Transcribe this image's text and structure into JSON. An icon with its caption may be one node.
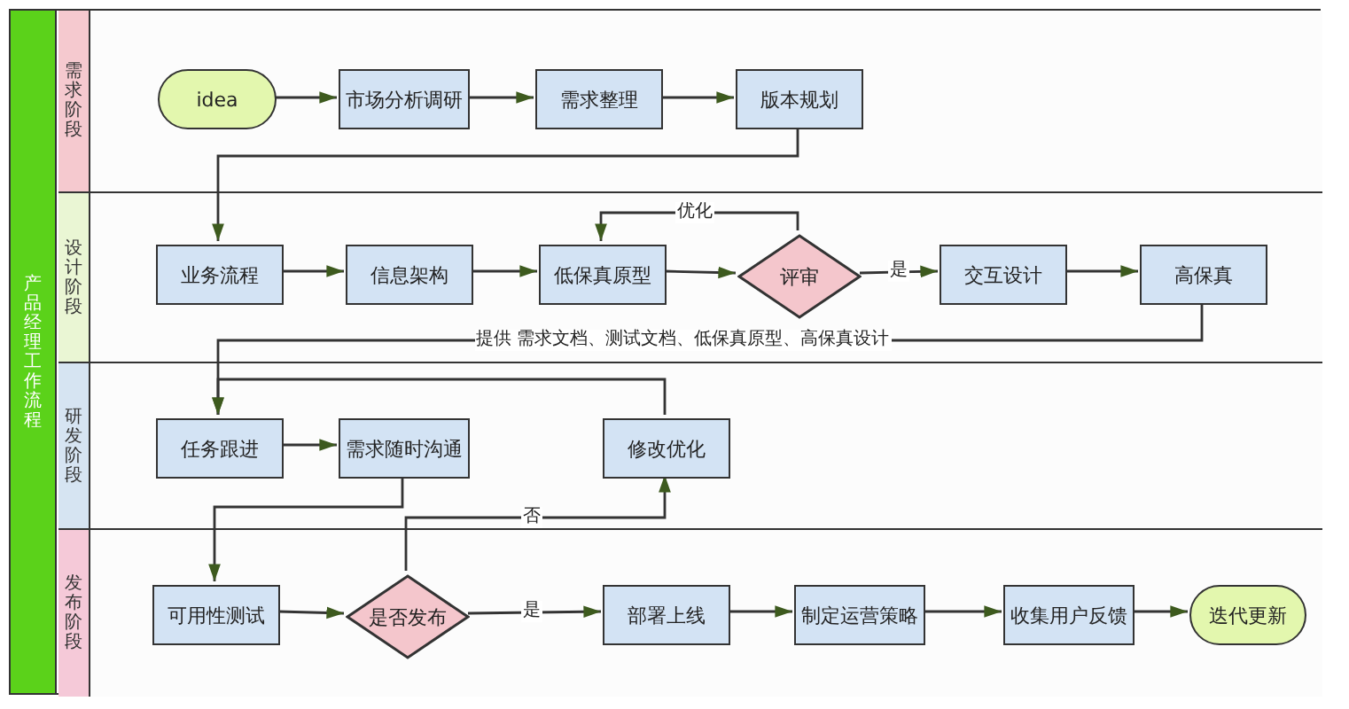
{
  "diagram": {
    "nodes": [
      {
        "text": [
          "产品经理工作流程"
        ]
      },
      {
        "text": [
          "需求阶段"
        ],
        "in": 0
      },
      {
        "text": [
          "设计阶段"
        ],
        "in": 0
      },
      {
        "text": [
          "研发阶段"
        ],
        "in": 0
      },
      {
        "text": [
          "发布阶段"
        ],
        "in": 0
      },
      {
        "text": [
          "idea"
        ],
        "in": 1
      },
      {
        "text": [
          "市场分析调研"
        ],
        "in": 1
      },
      {
        "text": [
          "需求整理"
        ],
        "in": 1
      },
      {
        "text": [
          "版本规划"
        ],
        "in": 1
      },
      {
        "text": [
          "业务流程"
        ],
        "in": 2
      },
      {
        "text": [
          "信息架构"
        ],
        "in": 2
      },
      {
        "text": [
          "低保真原型"
        ],
        "in": 2
      },
      {
        "text": [
          "评审"
        ],
        "in": 2
      },
      {
        "text": [
          "交互设计"
        ],
        "in": 2
      },
      {
        "text": [
          "高保真"
        ],
        "in": 2
      },
      {
        "text": [
          "任务跟进"
        ],
        "in": 3
      },
      {
        "text": [
          "需求随时沟通"
        ],
        "in": 3
      },
      {
        "text": [
          "修改优化"
        ],
        "in": 3
      },
      {
        "text": [
          "可用性测试"
        ],
        "in": 4
      },
      {
        "text": [
          "是否发布"
        ],
        "in": 4
      },
      {
        "text": [
          "部署上线"
        ],
        "in": 4
      },
      {
        "text": [
          "制定运营策略"
        ],
        "in": 4
      },
      {
        "text": [
          "收集用户反馈"
        ],
        "in": 4
      },
      {
        "text": [
          "迭代更新"
        ],
        "in": 4
      }
    ],
    "edges": [
      {
        "from": 5,
        "to": 6,
        "arrow": "to"
      },
      {
        "from": 6,
        "to": 7,
        "arrow": "to"
      },
      {
        "from": 7,
        "to": 8,
        "arrow": "to"
      },
      {
        "from": 8,
        "to": 9,
        "arrow": "to"
      },
      {
        "from": 9,
        "to": 10,
        "arrow": "to"
      },
      {
        "from": 10,
        "to": 11,
        "arrow": "to"
      },
      {
        "from": 11,
        "to": 12,
        "arrow": "to"
      },
      {
        "from": 12,
        "to": 11,
        "arrow": "to",
        "label": "优化"
      },
      {
        "from": 12,
        "to": 13,
        "arrow": "to",
        "label": "是"
      },
      {
        "from": 13,
        "to": 14,
        "arrow": "to"
      },
      {
        "from": 14,
        "to": 15,
        "arrow": "to",
        "label": "提供 需求文档、测试文档、低保真原型、高保真设计"
      },
      {
        "from": 15,
        "to": 16,
        "arrow": "to"
      },
      {
        "from": 16,
        "to": 18,
        "arrow": "to"
      },
      {
        "from": 17,
        "to": 15,
        "arrow": "to"
      },
      {
        "from": 18,
        "to": 19,
        "arrow": "to"
      },
      {
        "from": 19,
        "to": 17,
        "arrow": "to",
        "label": "否"
      },
      {
        "from": 19,
        "to": 20,
        "arrow": "to",
        "label": "是"
      },
      {
        "from": 20,
        "to": 21,
        "arrow": "to"
      },
      {
        "from": 21,
        "to": 22,
        "arrow": "to"
      },
      {
        "from": 22,
        "to": 23,
        "arrow": "to"
      }
    ]
  }
}
